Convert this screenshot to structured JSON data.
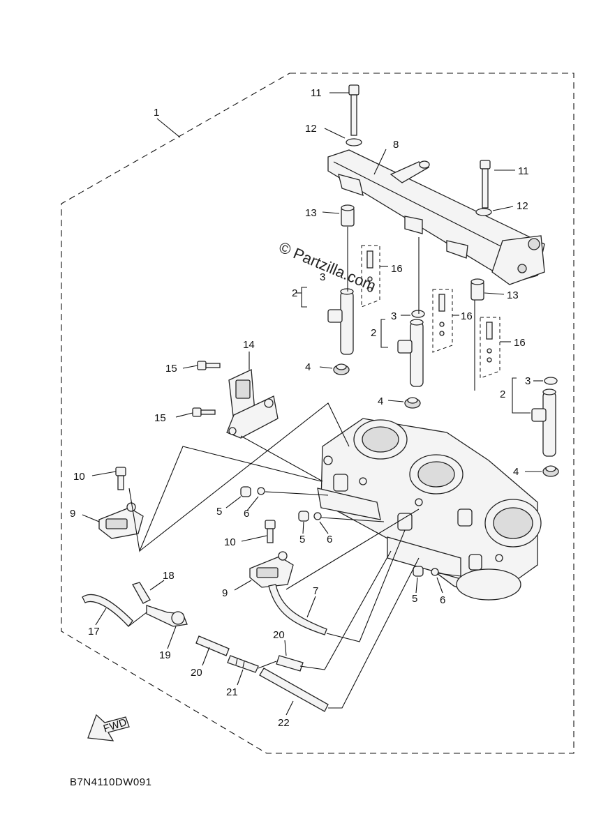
{
  "diagram": {
    "ref_code": "B7N4110DW091",
    "watermark": "© Partzilla.com",
    "fwd_label": "FWD",
    "callouts": {
      "c1": "1",
      "c2a": "2",
      "c2b": "2",
      "c2c": "2",
      "c3a": "3",
      "c3b": "3",
      "c3c": "3",
      "c4a": "4",
      "c4b": "4",
      "c4c": "4",
      "c5a": "5",
      "c5b": "5",
      "c5c": "5",
      "c6a": "6",
      "c6b": "6",
      "c6c": "6",
      "c7": "7",
      "c8": "8",
      "c9a": "9",
      "c9b": "9",
      "c10a": "10",
      "c10b": "10",
      "c11a": "11",
      "c11b": "11",
      "c12a": "12",
      "c12b": "12",
      "c13a": "13",
      "c13b": "13",
      "c14": "14",
      "c15a": "15",
      "c15b": "15",
      "c16a": "16",
      "c16b": "16",
      "c16c": "16",
      "c17": "17",
      "c18": "18",
      "c19": "19",
      "c20a": "20",
      "c20b": "20",
      "c21": "21",
      "c22": "22"
    }
  }
}
